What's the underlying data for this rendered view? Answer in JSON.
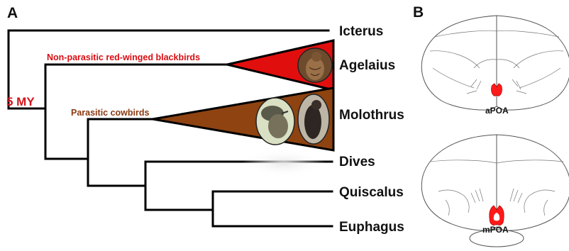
{
  "panels": {
    "a_letter": "A",
    "b_letter": "B"
  },
  "tree": {
    "taxa": [
      "Icterus",
      "Agelaius",
      "Molothrus",
      "Dives",
      "Quiscalus",
      "Euphagus"
    ],
    "clades": {
      "blackbirds": {
        "label": "Non-parasitic red-winged blackbirds",
        "color": "#d90d12",
        "fill": "#e10e0e"
      },
      "cowbirds": {
        "label": "Parasitic cowbirds",
        "color": "#8b3a12",
        "fill": "#8e4311"
      }
    },
    "scale_label": "5 MY",
    "scale_color": "#d4141a"
  },
  "brain": {
    "upper_region": "aPOA",
    "lower_region": "mPOA",
    "highlight_color": "#ff1a1a"
  }
}
